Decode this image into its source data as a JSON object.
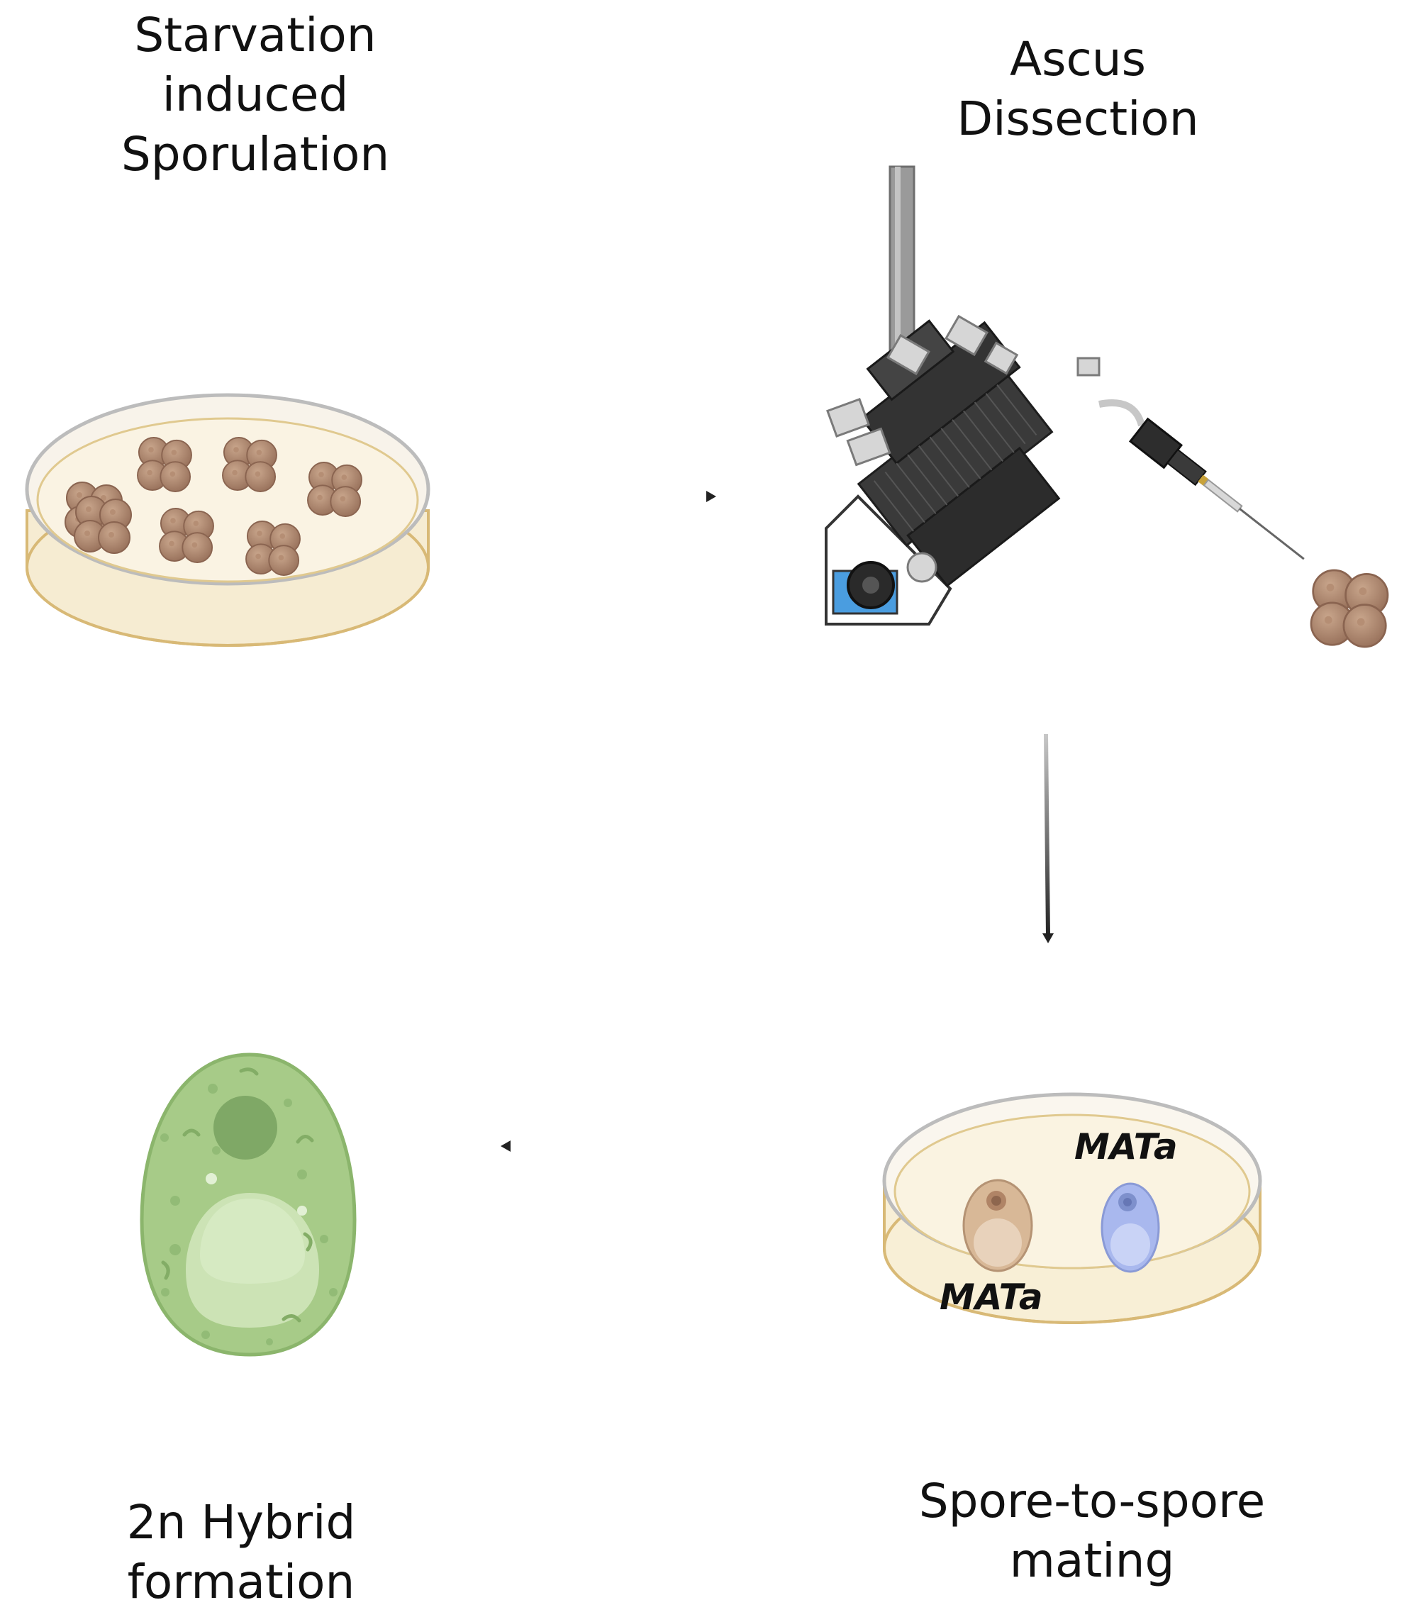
{
  "steps": {
    "sporulation": "Starvation\ninduced\nSporulation",
    "dissection": "Ascus\nDissection",
    "mating": "Spore-to-spore\nmating",
    "hybrid": "2n Hybrid\nformation"
  },
  "mating_types": {
    "upper": "MATa",
    "lower": "MATa"
  },
  "colors": {
    "text": "#111111",
    "agar": "#f7efd9",
    "dish_rim": "#c9c9c9",
    "spore_brown": "#a88268",
    "spore_blue": "#9fb1e8",
    "hybrid_green": "#a9cc8b",
    "dissector_body": "#2d2d2d",
    "arrow": "#222222"
  },
  "icons": [
    "petri-dish-icon",
    "tetrad-icon",
    "micromanipulator-icon",
    "yeast-cell-icon"
  ]
}
